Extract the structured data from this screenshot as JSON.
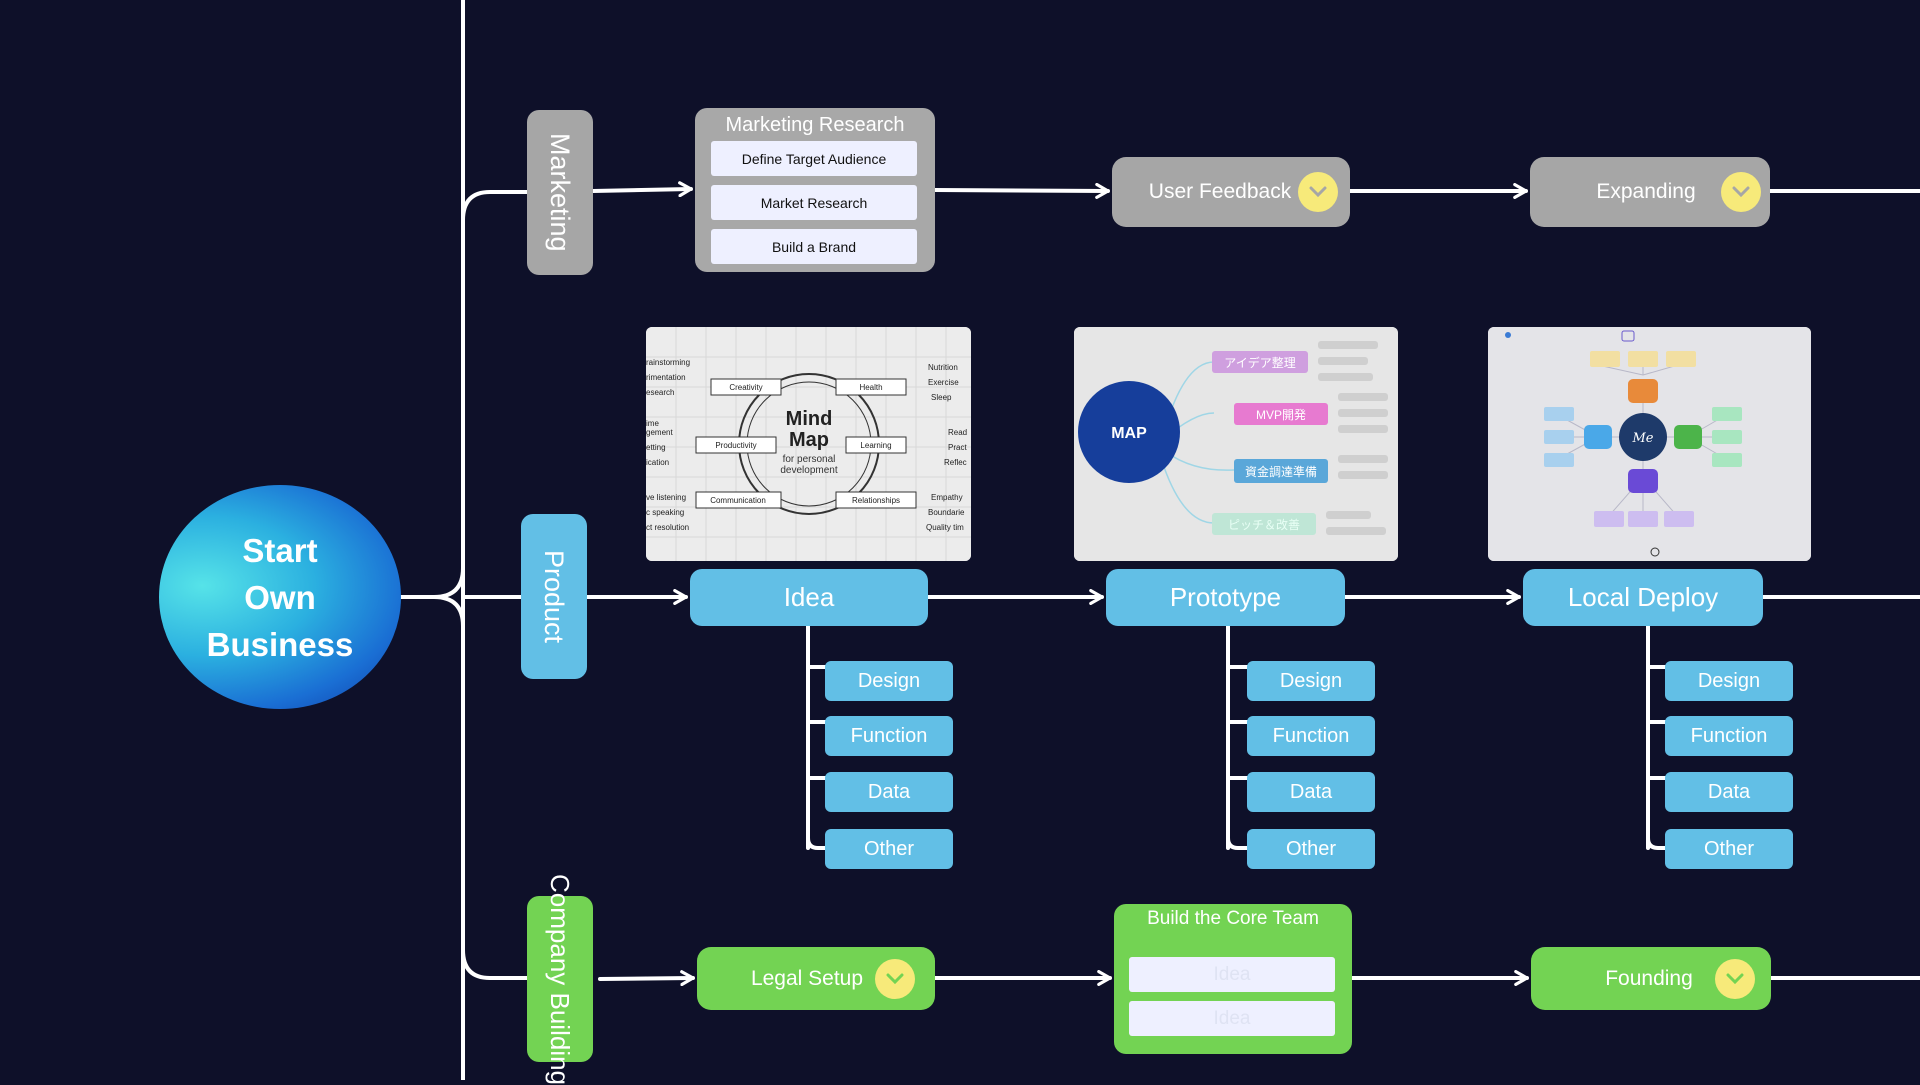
{
  "central": {
    "line1": "Start",
    "line2": "Own",
    "line3": "Business"
  },
  "branches": {
    "marketing": "Marketing",
    "product": "Product",
    "company": "Company Building"
  },
  "marketing": {
    "research": {
      "title": "Marketing Research",
      "items": [
        "Define Target Audience",
        "Market Research",
        "Build a Brand"
      ]
    },
    "feedback": "User Feedback",
    "expanding": "Expanding"
  },
  "product": {
    "stages": [
      {
        "label": "Idea",
        "subs": [
          "Design",
          "Function",
          "Data",
          "Other"
        ]
      },
      {
        "label": "Prototype",
        "subs": [
          "Design",
          "Function",
          "Data",
          "Other"
        ]
      },
      {
        "label": "Local Deploy",
        "subs": [
          "Design",
          "Function",
          "Data",
          "Other"
        ]
      }
    ],
    "thumb_mindmap": {
      "title_line1": "Mind",
      "title_line2": "Map",
      "subtitle_line1": "for personal",
      "subtitle_line2": "development",
      "left_labels": [
        "rainstorming",
        "rimentation",
        "esearch",
        "ime",
        "gement",
        "etting",
        "ication",
        "ve listening",
        "c speaking",
        "ct resolution"
      ],
      "right_labels": [
        "Nutrition",
        "Exercise",
        "Sleep",
        "Read",
        "Pract",
        "Reflec",
        "Empathy",
        "Boundarie",
        "Quality tim"
      ],
      "nodes": [
        "Creativity",
        "Health",
        "Productivity",
        "Learning",
        "Communication",
        "Relationships"
      ]
    },
    "thumb_map": {
      "center": "MAP",
      "nodes": [
        "アイデア整理",
        "MVP開発",
        "資金調達準備",
        "ピッチ＆改善"
      ]
    },
    "thumb_me": {
      "center": "Me"
    }
  },
  "company": {
    "legal": "Legal Setup",
    "core_team": {
      "title": "Build the Core Team",
      "items": [
        "Idea",
        "Idea"
      ]
    },
    "founding": "Founding"
  },
  "colors": {
    "background": "#0e1029",
    "marketing": "#a6a6a6",
    "product": "#62bfe6",
    "company": "#73d353",
    "toggle": "#f7ea7a",
    "connector": "#ffffff"
  }
}
